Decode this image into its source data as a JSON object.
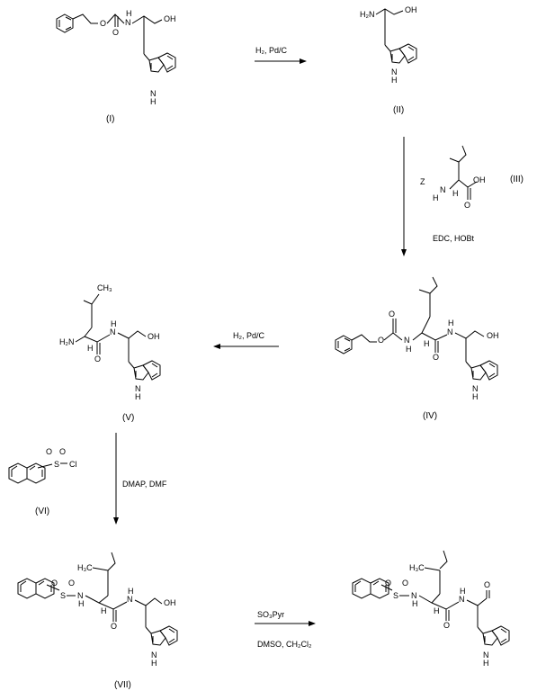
{
  "compounds": [
    {
      "id": "c1",
      "label": "(I)"
    },
    {
      "id": "c2",
      "label": "(II)"
    },
    {
      "id": "c3",
      "label": "(III)"
    },
    {
      "id": "c4",
      "label": "(IV)"
    },
    {
      "id": "c5",
      "label": "(V)"
    },
    {
      "id": "c6",
      "label": "(VI)"
    },
    {
      "id": "c7",
      "label": "(VII)"
    }
  ],
  "reagents": {
    "step1": "H₂, Pd/C",
    "step2": "EDC, HOBt",
    "step3": "H₂, Pd/C",
    "step4": "DMAP, DMF",
    "step5_top": "SO₃Pyr",
    "step5_bottom": "DMSO, CH₂Cl₂"
  },
  "atoms": {
    "o": "O",
    "oh": "OH",
    "nh": "NH",
    "h2n": "H₂N",
    "h": "H",
    "z": "Z",
    "ch3": "CH₃",
    "h3c": "H₃C",
    "s": "S",
    "cl": "Cl",
    "n": "N"
  }
}
